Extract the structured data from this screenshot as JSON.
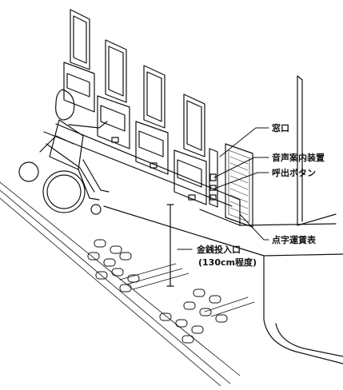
{
  "labels": {
    "window": "窓口",
    "voice_guide": "音声案内装置",
    "call_button": "呼出ボタン",
    "braille_fare_table": "点字運賃表",
    "coin_slot": "金銭投入口",
    "coin_slot_height": "(130cm程度)"
  },
  "colors": {
    "ink": "#111111",
    "paper": "#ffffff"
  }
}
